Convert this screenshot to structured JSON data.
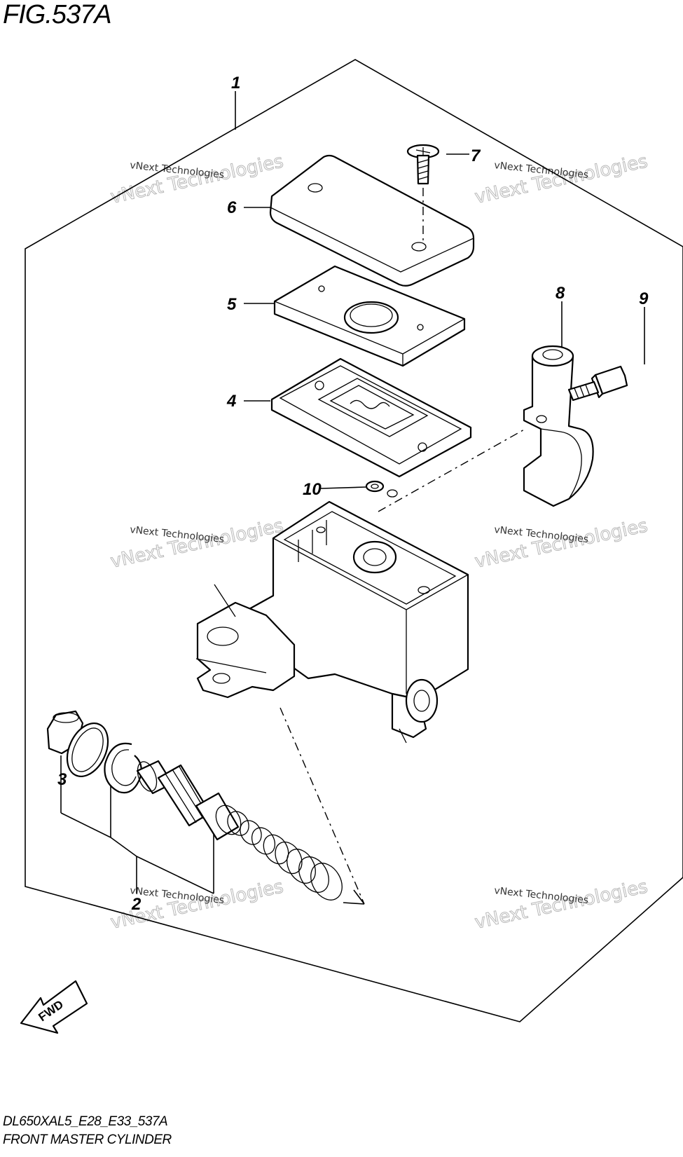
{
  "figure": {
    "title": "FIG.537A"
  },
  "footer": {
    "model_code": "DL650XAL5_E28_E33_537A",
    "name": "FRONT MASTER CYLINDER"
  },
  "callouts": [
    "1",
    "2",
    "3",
    "4",
    "5",
    "6",
    "7",
    "8",
    "9",
    "10"
  ],
  "fwd_label": "FWD",
  "watermark": {
    "line1": "vNext Technologies",
    "line2": "vNext Technologies"
  }
}
